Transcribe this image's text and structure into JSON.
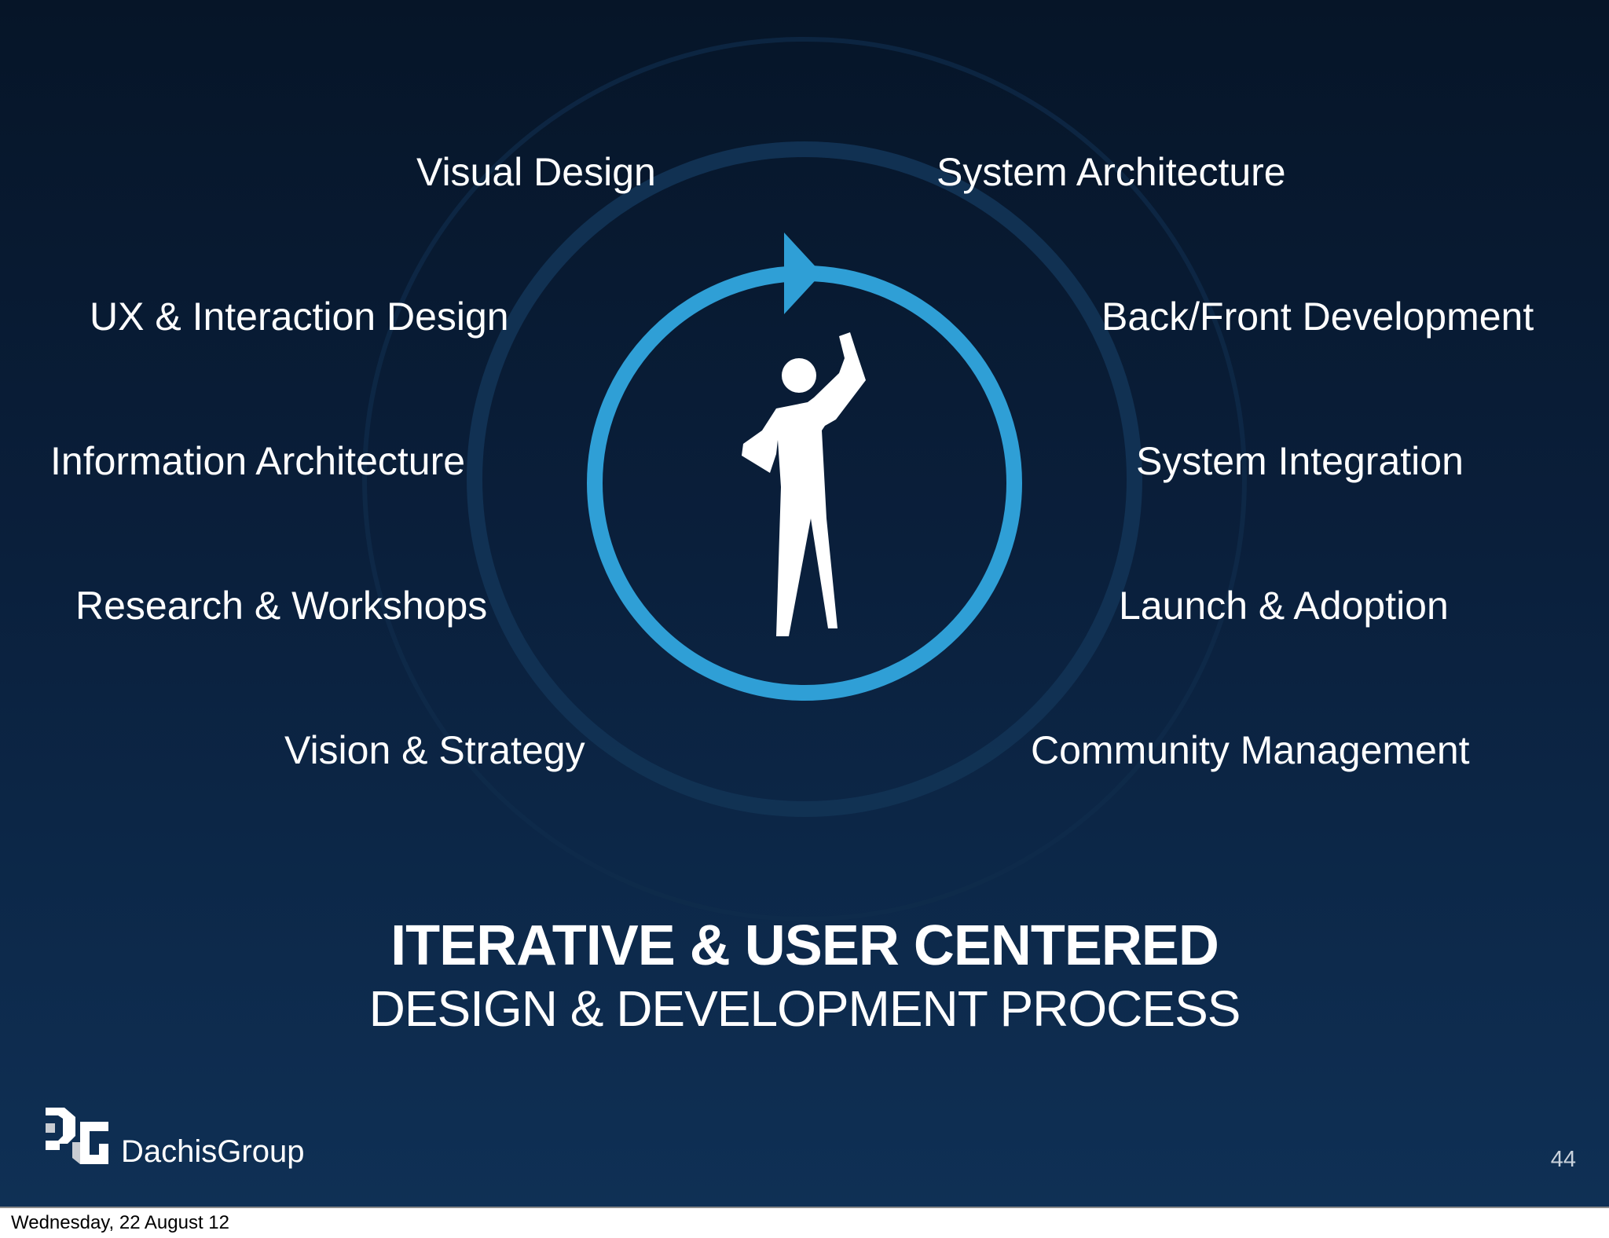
{
  "slide": {
    "left_labels": [
      "Visual Design",
      "UX & Interaction Design",
      "Information Architecture",
      "Research & Workshops",
      "Vision & Strategy"
    ],
    "right_labels": [
      "System Architecture",
      "Back/Front Development",
      "System Integration",
      "Launch & Adoption",
      "Community Management"
    ],
    "headline": "ITERATIVE & USER CENTERED",
    "subheadline": "DESIGN & DEVELOPMENT PROCESS",
    "brand_name": "DachisGroup",
    "page_number": "44",
    "colors": {
      "background_top": "#061528",
      "background_bottom": "#0f3055",
      "cycle_ring": "#2f9fd6",
      "outer_ring": "#123354",
      "text": "#ffffff"
    },
    "icons": [
      "cycle-arrow-icon",
      "user-figure-icon",
      "dachis-group-logo-icon"
    ]
  },
  "footer": {
    "date": "Wednesday, 22 August 12"
  }
}
